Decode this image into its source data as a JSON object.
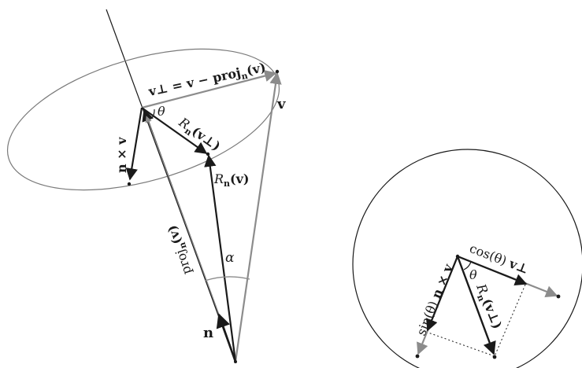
{
  "left_figure": {
    "label_vperp_eq": "v⊥ = v − proj",
    "label_vperp_eq_sub": "n",
    "label_vperp_eq_tail": "(v)",
    "label_v": "v",
    "label_theta": "θ",
    "label_rn_vperp": "R",
    "label_rn_vperp_sub": "n",
    "label_rn_vperp_tail": "(v⊥)",
    "label_rn_v": "R",
    "label_rn_v_sub": "n",
    "label_rn_v_tail": "(v)",
    "label_n_cross_v": "n × v",
    "label_proj": "proj",
    "label_proj_sub": "n",
    "label_proj_tail": "(v)",
    "label_alpha": "α",
    "label_n": "n"
  },
  "right_figure": {
    "label_cos": "cos(θ) ",
    "label_cos_v": "v⊥",
    "label_sin": "sin(θ) ",
    "label_sin_vec": "n × v",
    "label_theta": "θ",
    "label_rn": "R",
    "label_rn_sub": "n",
    "label_rn_tail": "(v⊥)"
  },
  "colors": {
    "dark_arrow": "#1a1a1a",
    "gray_arrow": "#8c8c8c",
    "ellipse": "#7a7a7a"
  }
}
